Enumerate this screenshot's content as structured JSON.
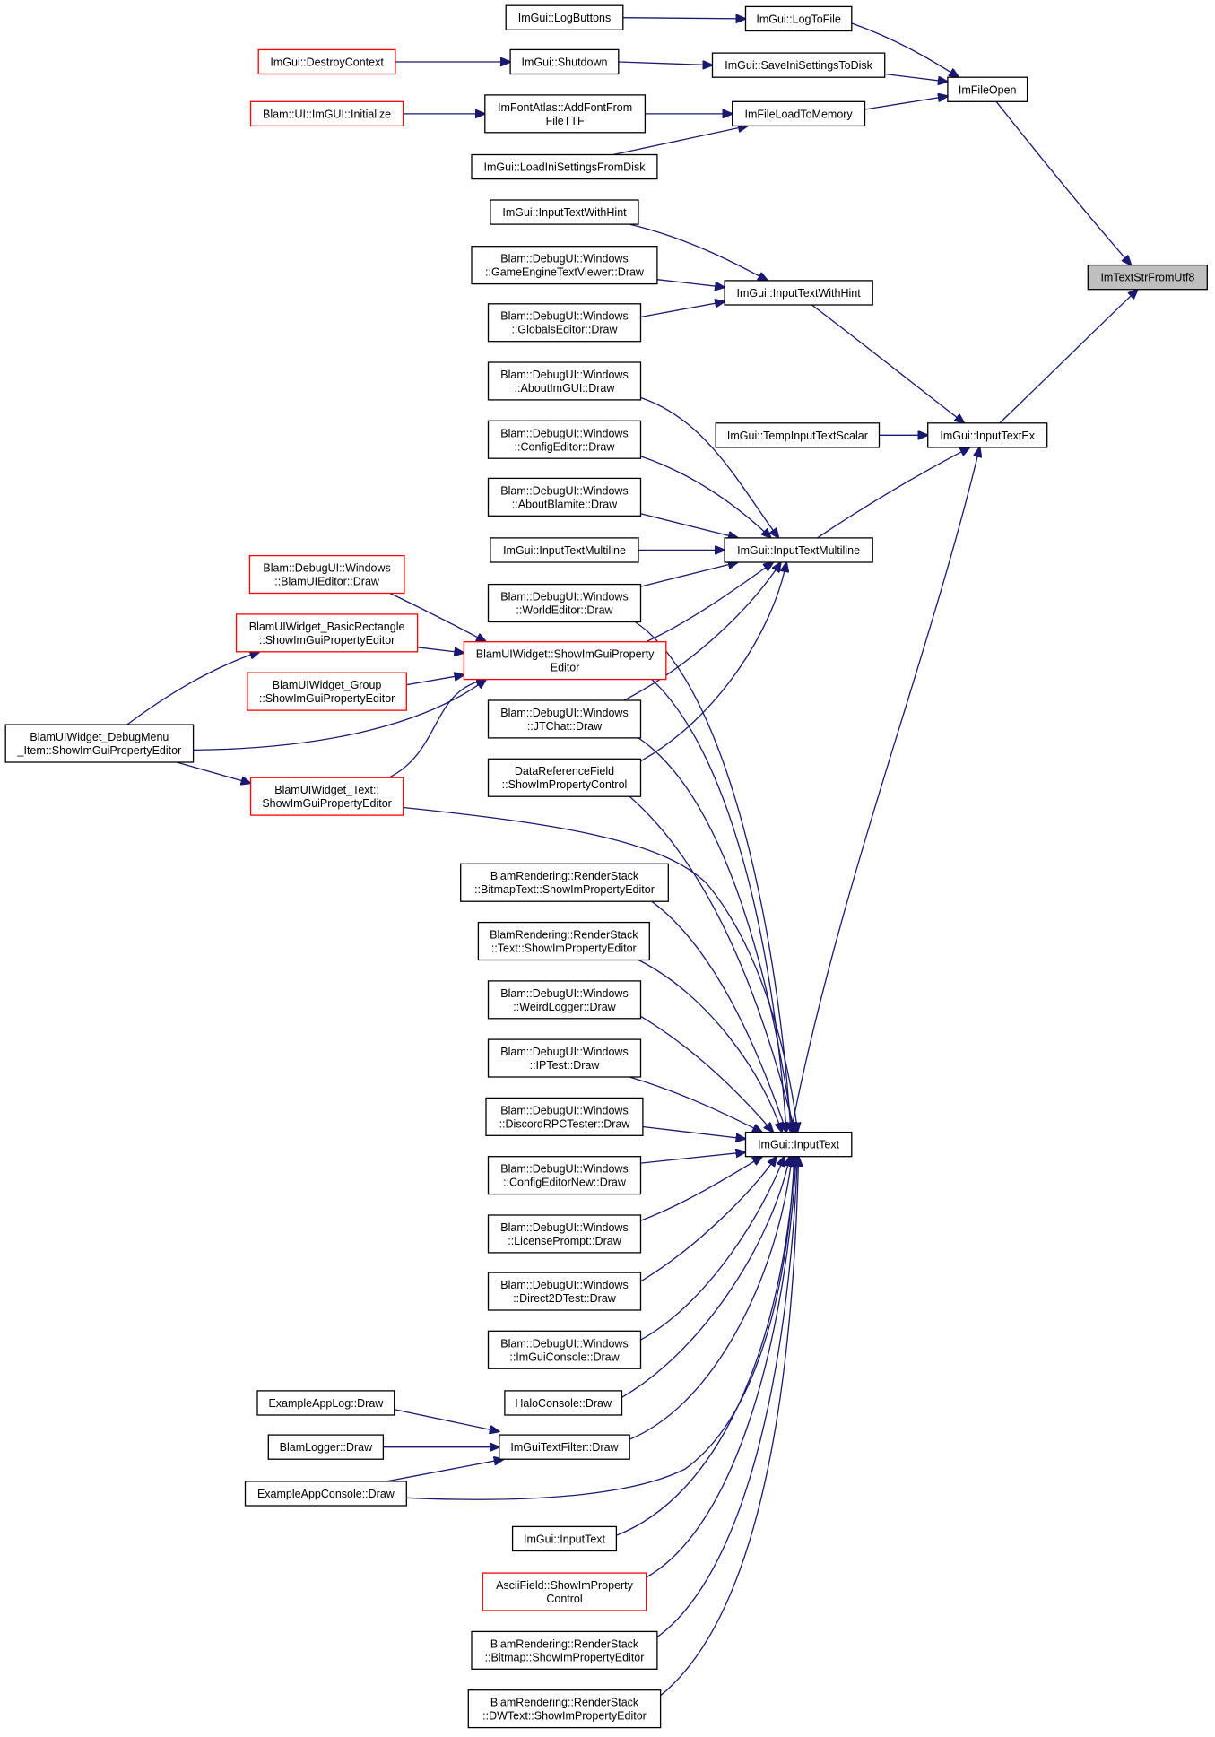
{
  "colors": {
    "edge": "#191970",
    "border": "#000000",
    "truncated_border": "#ff0000",
    "root_fill": "#bfbfbf"
  },
  "nodes": [
    {
      "id": "root",
      "lines": [
        "ImTextStrFromUtf8"
      ]
    },
    {
      "id": "fileopen",
      "lines": [
        "ImFileOpen"
      ]
    },
    {
      "id": "inputtextex",
      "lines": [
        "ImGui::InputTextEx"
      ]
    },
    {
      "id": "logtofile",
      "lines": [
        "ImGui::LogToFile"
      ]
    },
    {
      "id": "saveini",
      "lines": [
        "ImGui::SaveIniSettingsToDisk"
      ]
    },
    {
      "id": "fileload",
      "lines": [
        "ImFileLoadToMemory"
      ]
    },
    {
      "id": "logbuttons",
      "lines": [
        "ImGui::LogButtons"
      ]
    },
    {
      "id": "shutdown",
      "lines": [
        "ImGui::Shutdown"
      ]
    },
    {
      "id": "destroyctx",
      "lines": [
        "ImGui::DestroyContext"
      ]
    },
    {
      "id": "addfont",
      "lines": [
        "ImFontAtlas::AddFontFrom",
        "FileTTF"
      ]
    },
    {
      "id": "uiinit",
      "lines": [
        "Blam::UI::ImGUI::Initialize"
      ]
    },
    {
      "id": "loadini",
      "lines": [
        "ImGui::LoadIniSettingsFromDisk"
      ]
    },
    {
      "id": "itwh",
      "lines": [
        "ImGui::InputTextWithHint"
      ]
    },
    {
      "id": "itwh2",
      "lines": [
        "ImGui::InputTextWithHint"
      ]
    },
    {
      "id": "gameengine",
      "lines": [
        "Blam::DebugUI::Windows",
        "::GameEngineTextViewer::Draw"
      ]
    },
    {
      "id": "globals",
      "lines": [
        "Blam::DebugUI::Windows",
        "::GlobalsEditor::Draw"
      ]
    },
    {
      "id": "aboutimgui",
      "lines": [
        "Blam::DebugUI::Windows",
        "::AboutImGUI::Draw"
      ]
    },
    {
      "id": "configeditor",
      "lines": [
        "Blam::DebugUI::Windows",
        "::ConfigEditor::Draw"
      ]
    },
    {
      "id": "tempinput",
      "lines": [
        "ImGui::TempInputTextScalar"
      ]
    },
    {
      "id": "aboutblamite",
      "lines": [
        "Blam::DebugUI::Windows",
        "::AboutBlamite::Draw"
      ]
    },
    {
      "id": "itml1",
      "lines": [
        "ImGui::InputTextMultiline"
      ]
    },
    {
      "id": "itml",
      "lines": [
        "ImGui::InputTextMultiline"
      ]
    },
    {
      "id": "blamuieditor",
      "lines": [
        "Blam::DebugUI::Windows",
        "::BlamUIEditor::Draw"
      ]
    },
    {
      "id": "worldeditor",
      "lines": [
        "Blam::DebugUI::Windows",
        "::WorldEditor::Draw"
      ]
    },
    {
      "id": "basicrect",
      "lines": [
        "BlamUIWidget_BasicRectangle",
        "::ShowImGuiPropertyEditor"
      ]
    },
    {
      "id": "showimgui",
      "lines": [
        "BlamUIWidget::ShowImGuiProperty",
        "Editor"
      ]
    },
    {
      "id": "group",
      "lines": [
        "BlamUIWidget_Group",
        "::ShowImGuiPropertyEditor"
      ]
    },
    {
      "id": "jtchat",
      "lines": [
        "Blam::DebugUI::Windows",
        "::JTChat::Draw"
      ]
    },
    {
      "id": "debugmenu",
      "lines": [
        "BlamUIWidget_DebugMenu",
        "_Item::ShowImGuiPropertyEditor"
      ]
    },
    {
      "id": "dataref",
      "lines": [
        "DataReferenceField",
        "::ShowImPropertyControl"
      ]
    },
    {
      "id": "widgettext",
      "lines": [
        "BlamUIWidget_Text::",
        "ShowImGuiPropertyEditor"
      ]
    },
    {
      "id": "bitmaptext",
      "lines": [
        "BlamRendering::RenderStack",
        "::BitmapText::ShowImPropertyEditor"
      ]
    },
    {
      "id": "rstext",
      "lines": [
        "BlamRendering::RenderStack",
        "::Text::ShowImPropertyEditor"
      ]
    },
    {
      "id": "weirdlogger",
      "lines": [
        "Blam::DebugUI::Windows",
        "::WeirdLogger::Draw"
      ]
    },
    {
      "id": "iptest",
      "lines": [
        "Blam::DebugUI::Windows",
        "::IPTest::Draw"
      ]
    },
    {
      "id": "discord",
      "lines": [
        "Blam::DebugUI::Windows",
        "::DiscordRPCTester::Draw"
      ]
    },
    {
      "id": "inputtext",
      "lines": [
        "ImGui::InputText"
      ]
    },
    {
      "id": "confignew",
      "lines": [
        "Blam::DebugUI::Windows",
        "::ConfigEditorNew::Draw"
      ]
    },
    {
      "id": "license",
      "lines": [
        "Blam::DebugUI::Windows",
        "::LicensePrompt::Draw"
      ]
    },
    {
      "id": "direct2d",
      "lines": [
        "Blam::DebugUI::Windows",
        "::Direct2DTest::Draw"
      ]
    },
    {
      "id": "imguiconsole",
      "lines": [
        "Blam::DebugUI::Windows",
        "::ImGuiConsole::Draw"
      ]
    },
    {
      "id": "haloconsole",
      "lines": [
        "HaloConsole::Draw"
      ]
    },
    {
      "id": "applog",
      "lines": [
        "ExampleAppLog::Draw"
      ]
    },
    {
      "id": "blamlogger",
      "lines": [
        "BlamLogger::Draw"
      ]
    },
    {
      "id": "textfilter",
      "lines": [
        "ImGuiTextFilter::Draw"
      ]
    },
    {
      "id": "appconsole",
      "lines": [
        "ExampleAppConsole::Draw"
      ]
    },
    {
      "id": "inputtext2",
      "lines": [
        "ImGui::InputText"
      ]
    },
    {
      "id": "asciifield",
      "lines": [
        "AsciiField::ShowImProperty",
        "Control"
      ]
    },
    {
      "id": "rsbitmap",
      "lines": [
        "BlamRendering::RenderStack",
        "::Bitmap::ShowImPropertyEditor"
      ]
    },
    {
      "id": "dwtext",
      "lines": [
        "BlamRendering::RenderStack",
        "::DWText::ShowImPropertyEditor"
      ]
    }
  ]
}
